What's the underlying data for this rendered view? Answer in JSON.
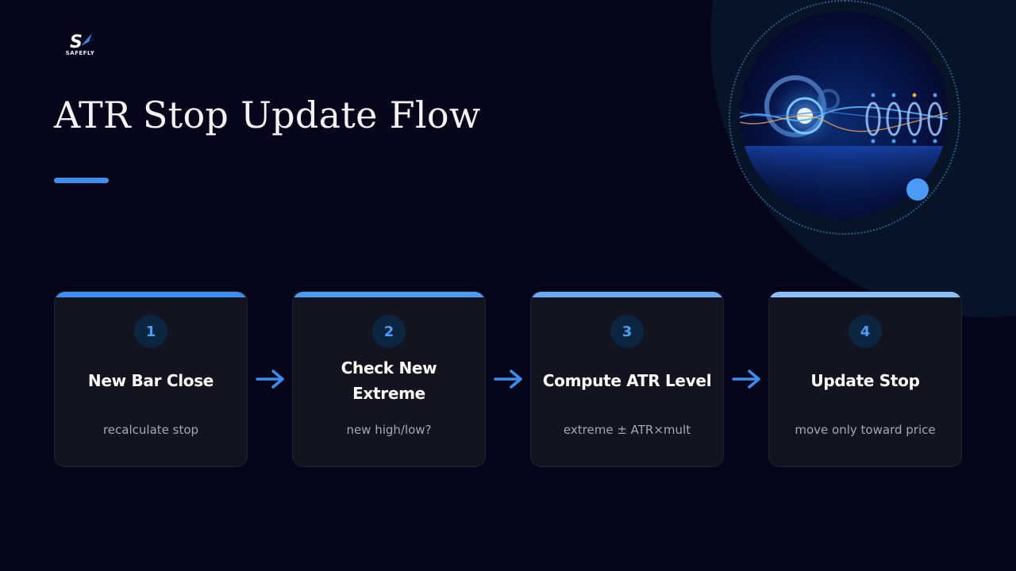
{
  "logo": {
    "text": "SAFEFLY"
  },
  "title": "ATR Stop Update Flow",
  "colors": {
    "background": "#05061a",
    "accent": "#3d8ef0",
    "card_bg": "#12141f",
    "step_bar_1": "#3d8ef0",
    "step_bar_2": "#4e9af2",
    "step_bar_3": "#6aaaf4",
    "step_bar_4": "#8bbff7"
  },
  "steps": [
    {
      "number": "1",
      "title": "New Bar Close",
      "description": "recalculate stop"
    },
    {
      "number": "2",
      "title": "Check New Extreme",
      "description": "new high/low?"
    },
    {
      "number": "3",
      "title": "Compute ATR Level",
      "description": "extreme ± ATR×mult"
    },
    {
      "number": "4",
      "title": "Update Stop",
      "description": "move only toward price"
    }
  ],
  "icons": {
    "arrow": "arrow-right-icon",
    "logo": "safefly-logo-icon"
  }
}
